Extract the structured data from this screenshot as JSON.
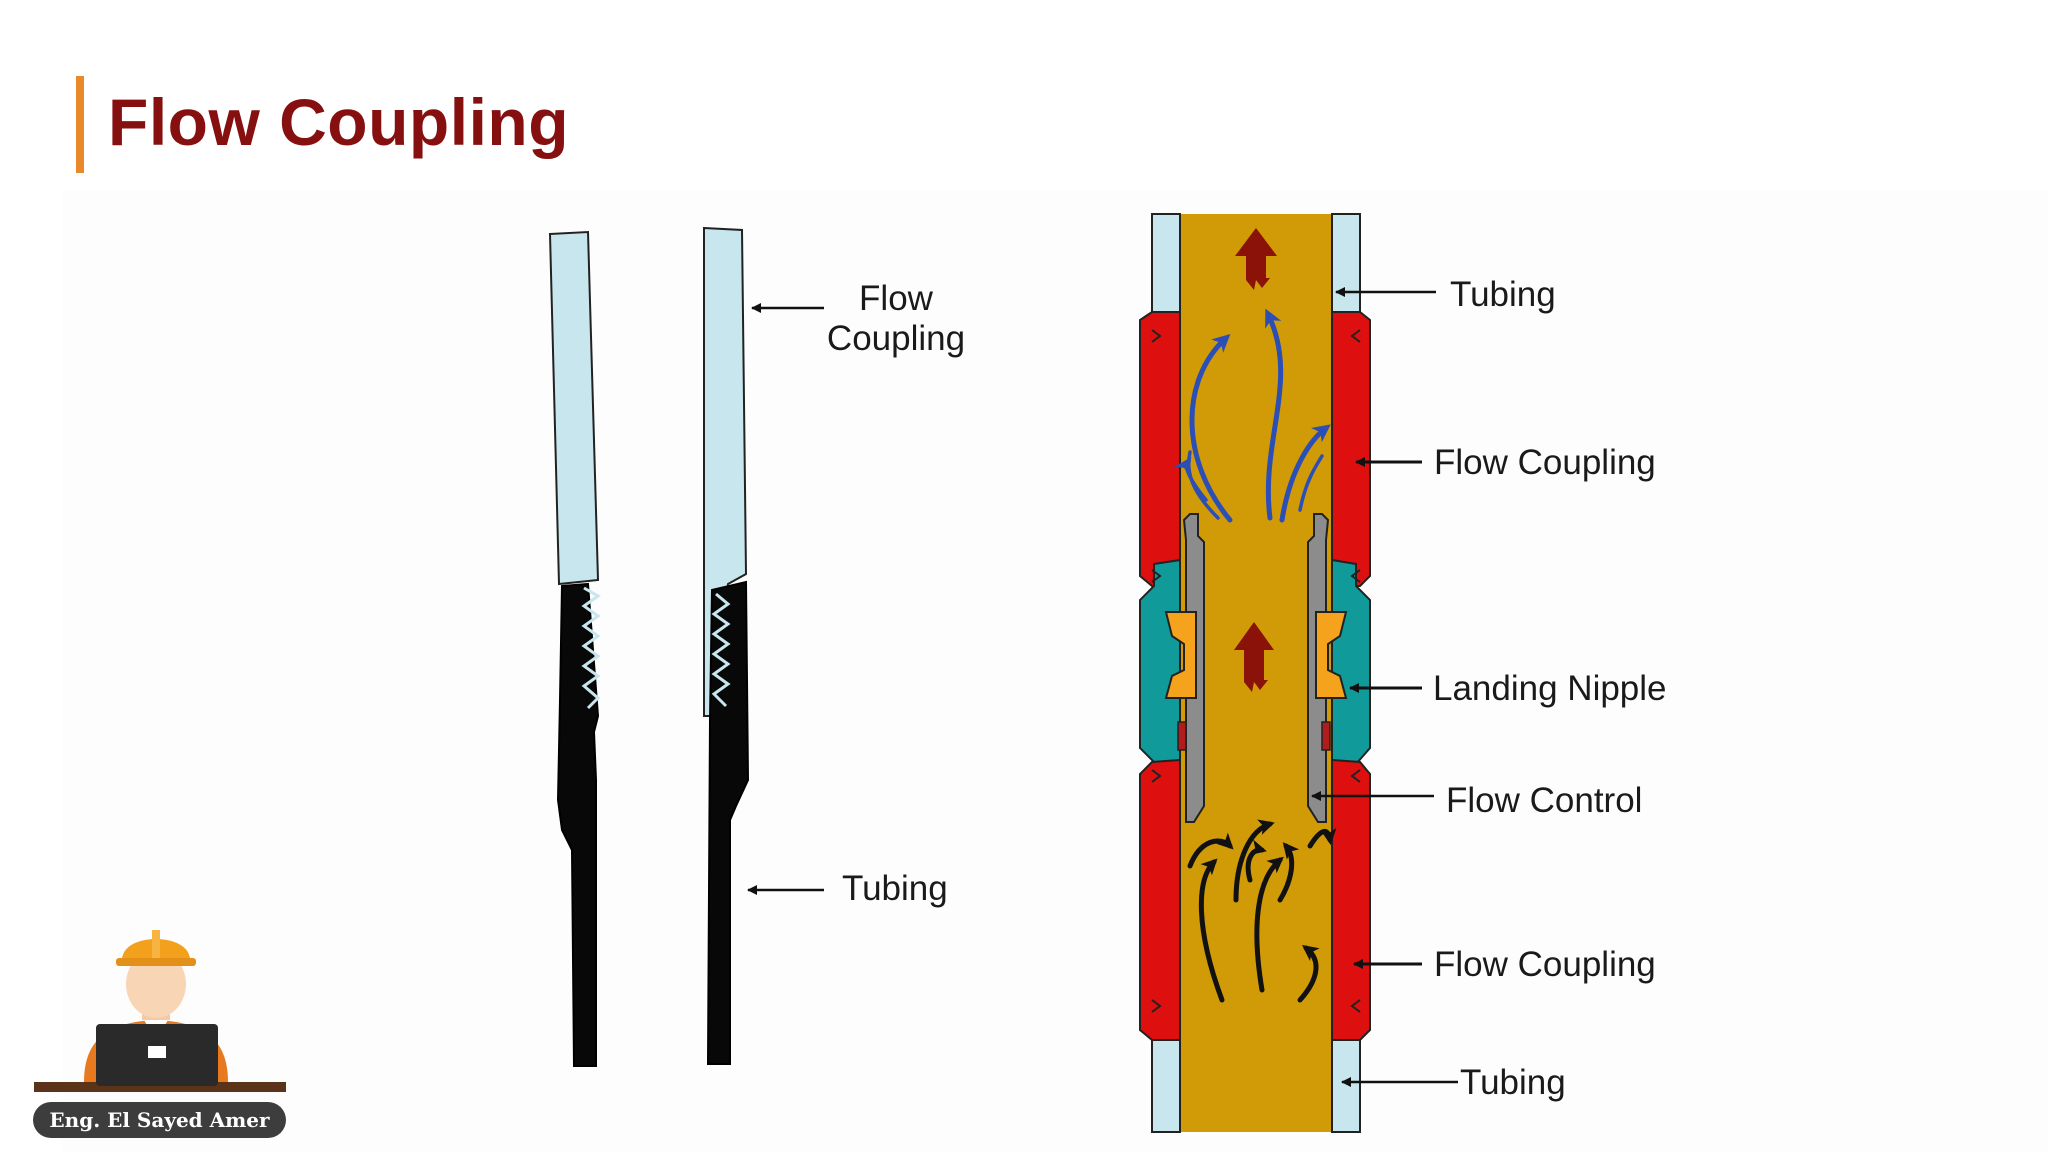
{
  "slide": {
    "title": "Flow Coupling",
    "author": "Eng. El Sayed Amer"
  },
  "left_diagram": {
    "label_coupling_line1": "Flow",
    "label_coupling_line2": "Coupling",
    "label_tubing": "Tubing"
  },
  "right_diagram": {
    "label_tubing_top": "Tubing",
    "label_flow_coupling_top": "Flow Coupling",
    "label_landing_nipple": "Landing Nipple",
    "label_flow_control": "Flow Control",
    "label_flow_coupling_bottom": "Flow Coupling",
    "label_tubing_bottom": "Tubing"
  },
  "colors": {
    "title": "#861010",
    "accent_bar": "#e8892b",
    "tubing": "#c8e6ee",
    "coupling_red": "#dd0f0f",
    "nipple_teal": "#119a9a",
    "bore_fluid": "#d19b07",
    "flow_arrow_blue": "#2b4fb5",
    "up_arrow_red": "#8a1208",
    "latch_orange": "#f5a21c",
    "flow_control_gray": "#8c8c8c"
  },
  "icons": [
    "engineer-avatar-icon",
    "laptop-icon",
    "up-arrow-icon",
    "flow-arrow-icon",
    "turbulence-arrow-icon"
  ]
}
